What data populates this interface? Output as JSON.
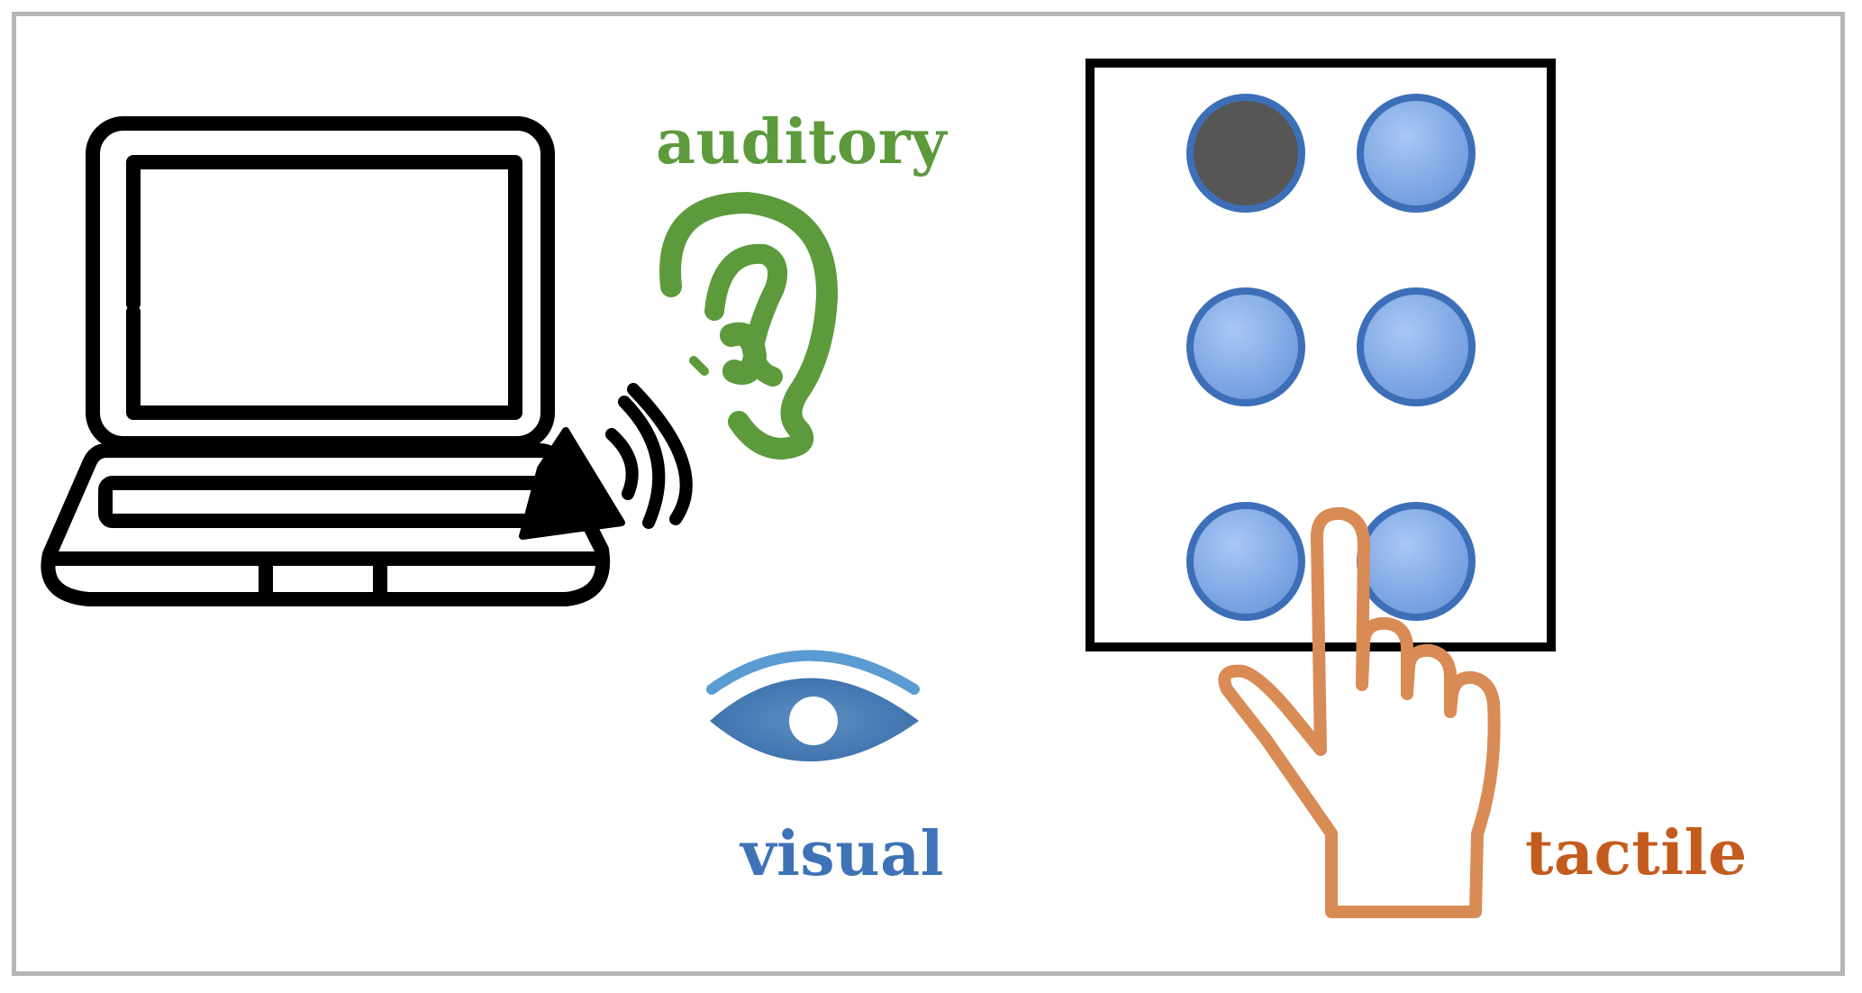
{
  "labels": {
    "auditory": "auditory",
    "visual": "visual",
    "tactile": "tactile"
  },
  "colors": {
    "auditory": "#5c9a3c",
    "visual": "#3f73b8",
    "tactile": "#c45b1e",
    "hand": "#d98b55",
    "dot_fill": "#7fa9e6",
    "dot_stroke": "#3d6fb8",
    "dot_raised": "#565656",
    "frame": "#b5b5b5"
  },
  "icons": [
    "laptop-icon",
    "speaker-icon",
    "sound-waves-icon",
    "ear-icon",
    "eye-icon",
    "braille-cell-icon",
    "pointing-hand-icon"
  ],
  "braille_cell": {
    "dots": [
      {
        "number": 1,
        "raised": true
      },
      {
        "number": 4,
        "raised": false
      },
      {
        "number": 2,
        "raised": false
      },
      {
        "number": 5,
        "raised": false
      },
      {
        "number": 3,
        "raised": false
      },
      {
        "number": 6,
        "raised": false
      }
    ]
  }
}
